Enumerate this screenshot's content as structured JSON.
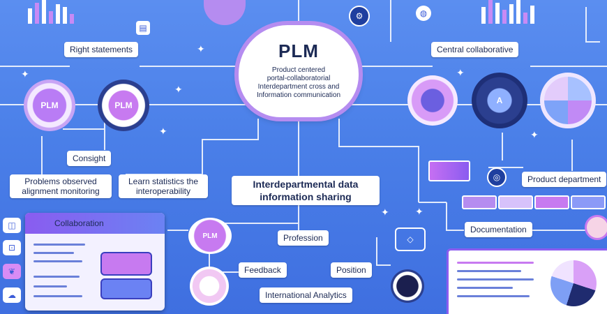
{
  "hub": {
    "title": "PLM",
    "sub": [
      "Product centered",
      "portal-collaboratorial",
      "Interdepartment cross and",
      "Information communication"
    ]
  },
  "labels": {
    "right_statements": "Right statements",
    "central_collaborative": "Central collaborative",
    "plm_left": "PLM",
    "plm_mid": "PLM",
    "consight": "Consight",
    "protocols": "Problems observed\nalignment monitoring",
    "knowledge": "Learn statistics the\ninteroperability",
    "interdept": "Interdepartmental data\ninformation sharing",
    "collaboration": "Collaboration",
    "profession": "Profession",
    "feedback": "Feedback",
    "position": "Position",
    "analytics": "International Analytics",
    "product_department": "Product department",
    "documentation": "Documentation",
    "mini_node": "PLM",
    "dial_letter": "A"
  },
  "side_icons": [
    "◫",
    "⊡",
    "❦",
    "☁"
  ],
  "colors": {
    "background": "#4a7fe8",
    "accent": "#a46cf2",
    "white": "#ffffff",
    "text": "#1c2a55"
  }
}
